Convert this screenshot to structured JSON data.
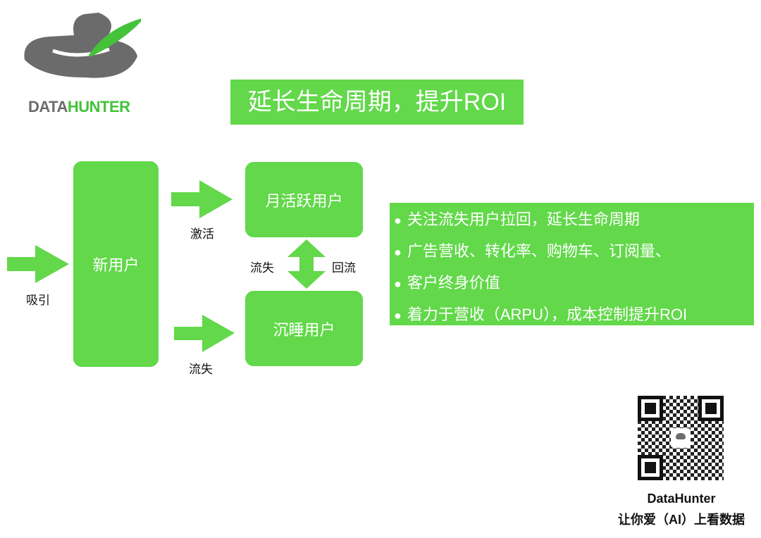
{
  "logo": {
    "text_dark": "DATA",
    "text_green": "HUNTER"
  },
  "title": "延长生命周期，提升ROI",
  "nodes": {
    "new_user": "新用户",
    "monthly_active": "月活跃用户",
    "dormant": "沉睡用户"
  },
  "edges": {
    "attract": "吸引",
    "activate": "激活",
    "churn_bottom": "流失",
    "churn_mid": "流失",
    "return": "回流"
  },
  "bullets": [
    "关注流失用户拉回，延长生命周期",
    "广告营收、转化率、购物车、订阅量、",
    "客户终身价值",
    "着力于营收（ARPU），成本控制提升ROI"
  ],
  "footer": {
    "brand": "DataHunter",
    "slogan": "让你爱（AI）上看数据"
  },
  "colors": {
    "green": "#62d84a",
    "gray": "#6b6b6b"
  }
}
